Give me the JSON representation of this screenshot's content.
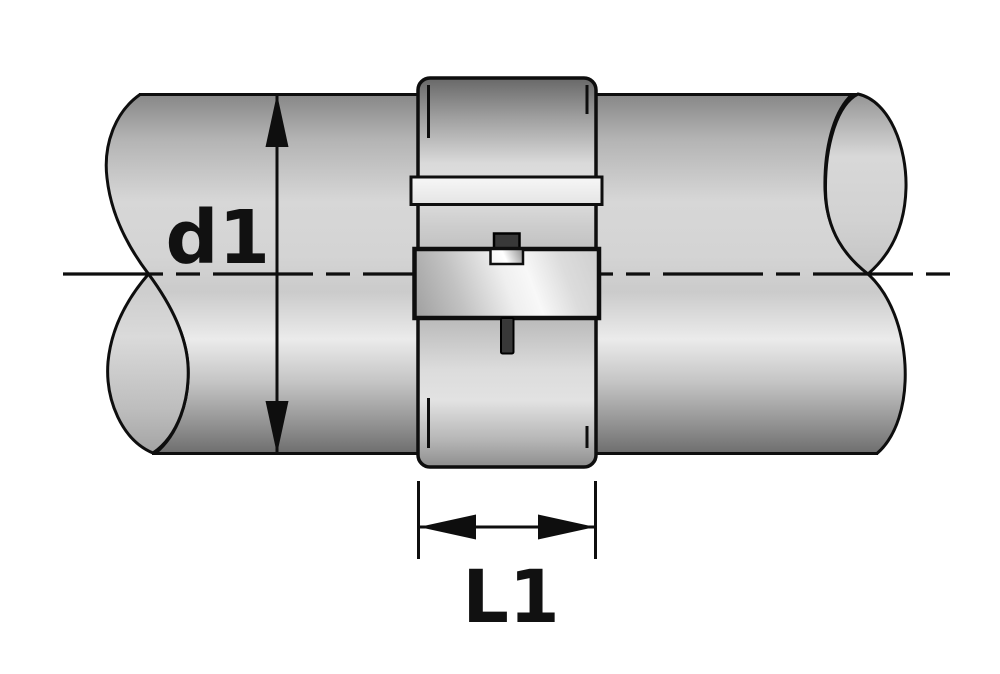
{
  "diagram": {
    "type": "technical-drawing",
    "subject": "pipe-coupling-on-cylindrical-shaft",
    "labels": {
      "diameter": "d1",
      "length": "L1"
    },
    "colors": {
      "background": "#ffffff",
      "line": "#0e0e0e",
      "metal_dark": "#6c6c6c",
      "metal_mid": "#c9c9c9",
      "metal_light": "#ececec",
      "band_light": "#f4f4f4",
      "screw_dark": "#383838"
    },
    "parts": [
      "left-pipe",
      "right-pipe",
      "coupling-sleeve",
      "clamp-band",
      "clamp-housing-block",
      "screw-head",
      "screw-shaft",
      "centerline",
      "d1-dimension",
      "l1-dimension"
    ]
  }
}
